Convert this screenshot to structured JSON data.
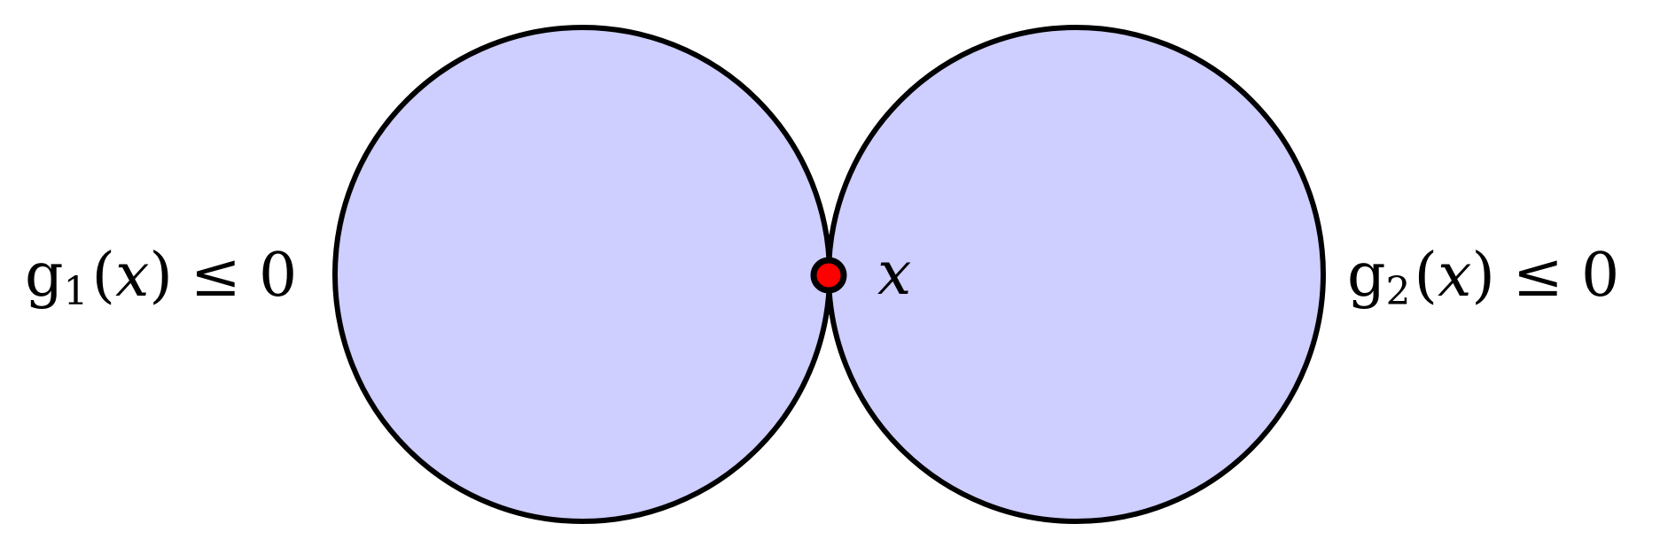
{
  "labels": {
    "left_constraint": {
      "fn": "g",
      "index": "1",
      "open_paren": "(",
      "var": "x",
      "close_paren": ")",
      "relation": "≤",
      "rhs": "0"
    },
    "right_constraint": {
      "fn": "g",
      "index": "2",
      "open_paren": "(",
      "var": "x",
      "close_paren": ")",
      "relation": "≤",
      "rhs": "0"
    },
    "point": "x"
  },
  "colors": {
    "region_fill": "#ceceff",
    "outline": "#000000",
    "point_fill": "#ff0000"
  }
}
